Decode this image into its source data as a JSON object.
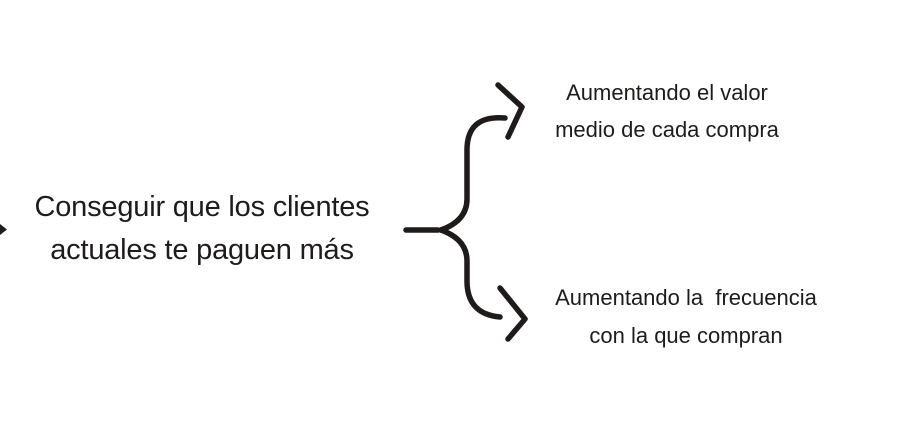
{
  "colors": {
    "background": "#ffffff",
    "ink": "#1f1b1b"
  },
  "diagram": {
    "main_node": {
      "text": "Conseguir que los clientes\nactuales te paguen más"
    },
    "branches": [
      {
        "text": "Aumentando el valor\nmedio de cada compra"
      },
      {
        "text": "Aumentando la  frecuencia\ncon la que compran"
      }
    ]
  }
}
